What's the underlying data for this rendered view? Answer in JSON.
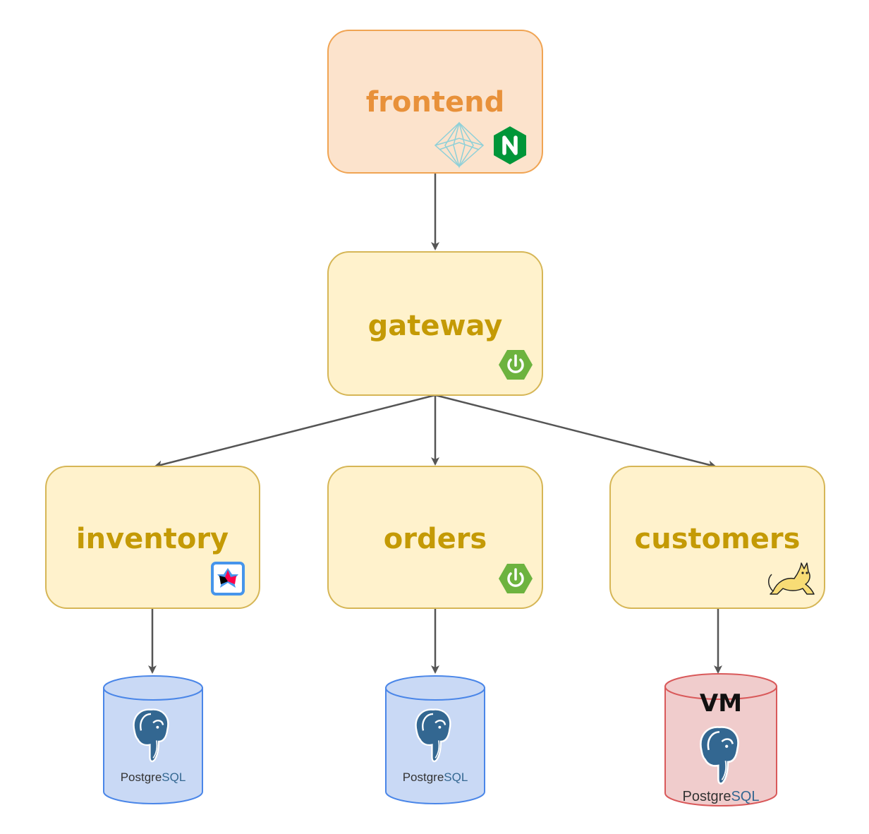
{
  "nodes": {
    "frontend": {
      "label": "frontend",
      "fill": "#fce3cc",
      "stroke": "#f0a453",
      "text_color": "#e8913a",
      "icons": [
        "polymer-icon",
        "nginx-icon"
      ]
    },
    "gateway": {
      "label": "gateway",
      "fill": "#fff2cc",
      "stroke": "#d6b656",
      "text_color": "#c49a05",
      "icons": [
        "spring-boot-icon"
      ]
    },
    "inventory": {
      "label": "inventory",
      "fill": "#fff2cc",
      "stroke": "#d6b656",
      "text_color": "#c49a05",
      "icons": [
        "quarkus-icon"
      ]
    },
    "orders": {
      "label": "orders",
      "fill": "#fff2cc",
      "stroke": "#d6b656",
      "text_color": "#c49a05",
      "icons": [
        "spring-boot-icon"
      ]
    },
    "customers": {
      "label": "customers",
      "fill": "#fff2cc",
      "stroke": "#d6b656",
      "text_color": "#c49a05",
      "icons": [
        "tomcat-icon"
      ]
    }
  },
  "databases": {
    "inventory_db": {
      "brand_a": "Postgre",
      "brand_b": "SQL",
      "fill": "#c9d9f5",
      "stroke": "#4a86e8"
    },
    "orders_db": {
      "brand_a": "Postgre",
      "brand_b": "SQL",
      "fill": "#c9d9f5",
      "stroke": "#4a86e8"
    },
    "customers_db": {
      "label": "VM",
      "brand_a": "Postgre",
      "brand_b": "SQL",
      "fill": "#f0cccc",
      "stroke": "#d9595a"
    }
  },
  "edges": [
    [
      "frontend",
      "gateway"
    ],
    [
      "gateway",
      "inventory"
    ],
    [
      "gateway",
      "orders"
    ],
    [
      "gateway",
      "customers"
    ],
    [
      "inventory",
      "inventory_db"
    ],
    [
      "orders",
      "orders_db"
    ],
    [
      "customers",
      "customers_db"
    ]
  ],
  "colors": {
    "edge": "#555555",
    "postgres_blue": "#336791",
    "spring_green": "#6db33f",
    "nginx_green": "#009639"
  }
}
